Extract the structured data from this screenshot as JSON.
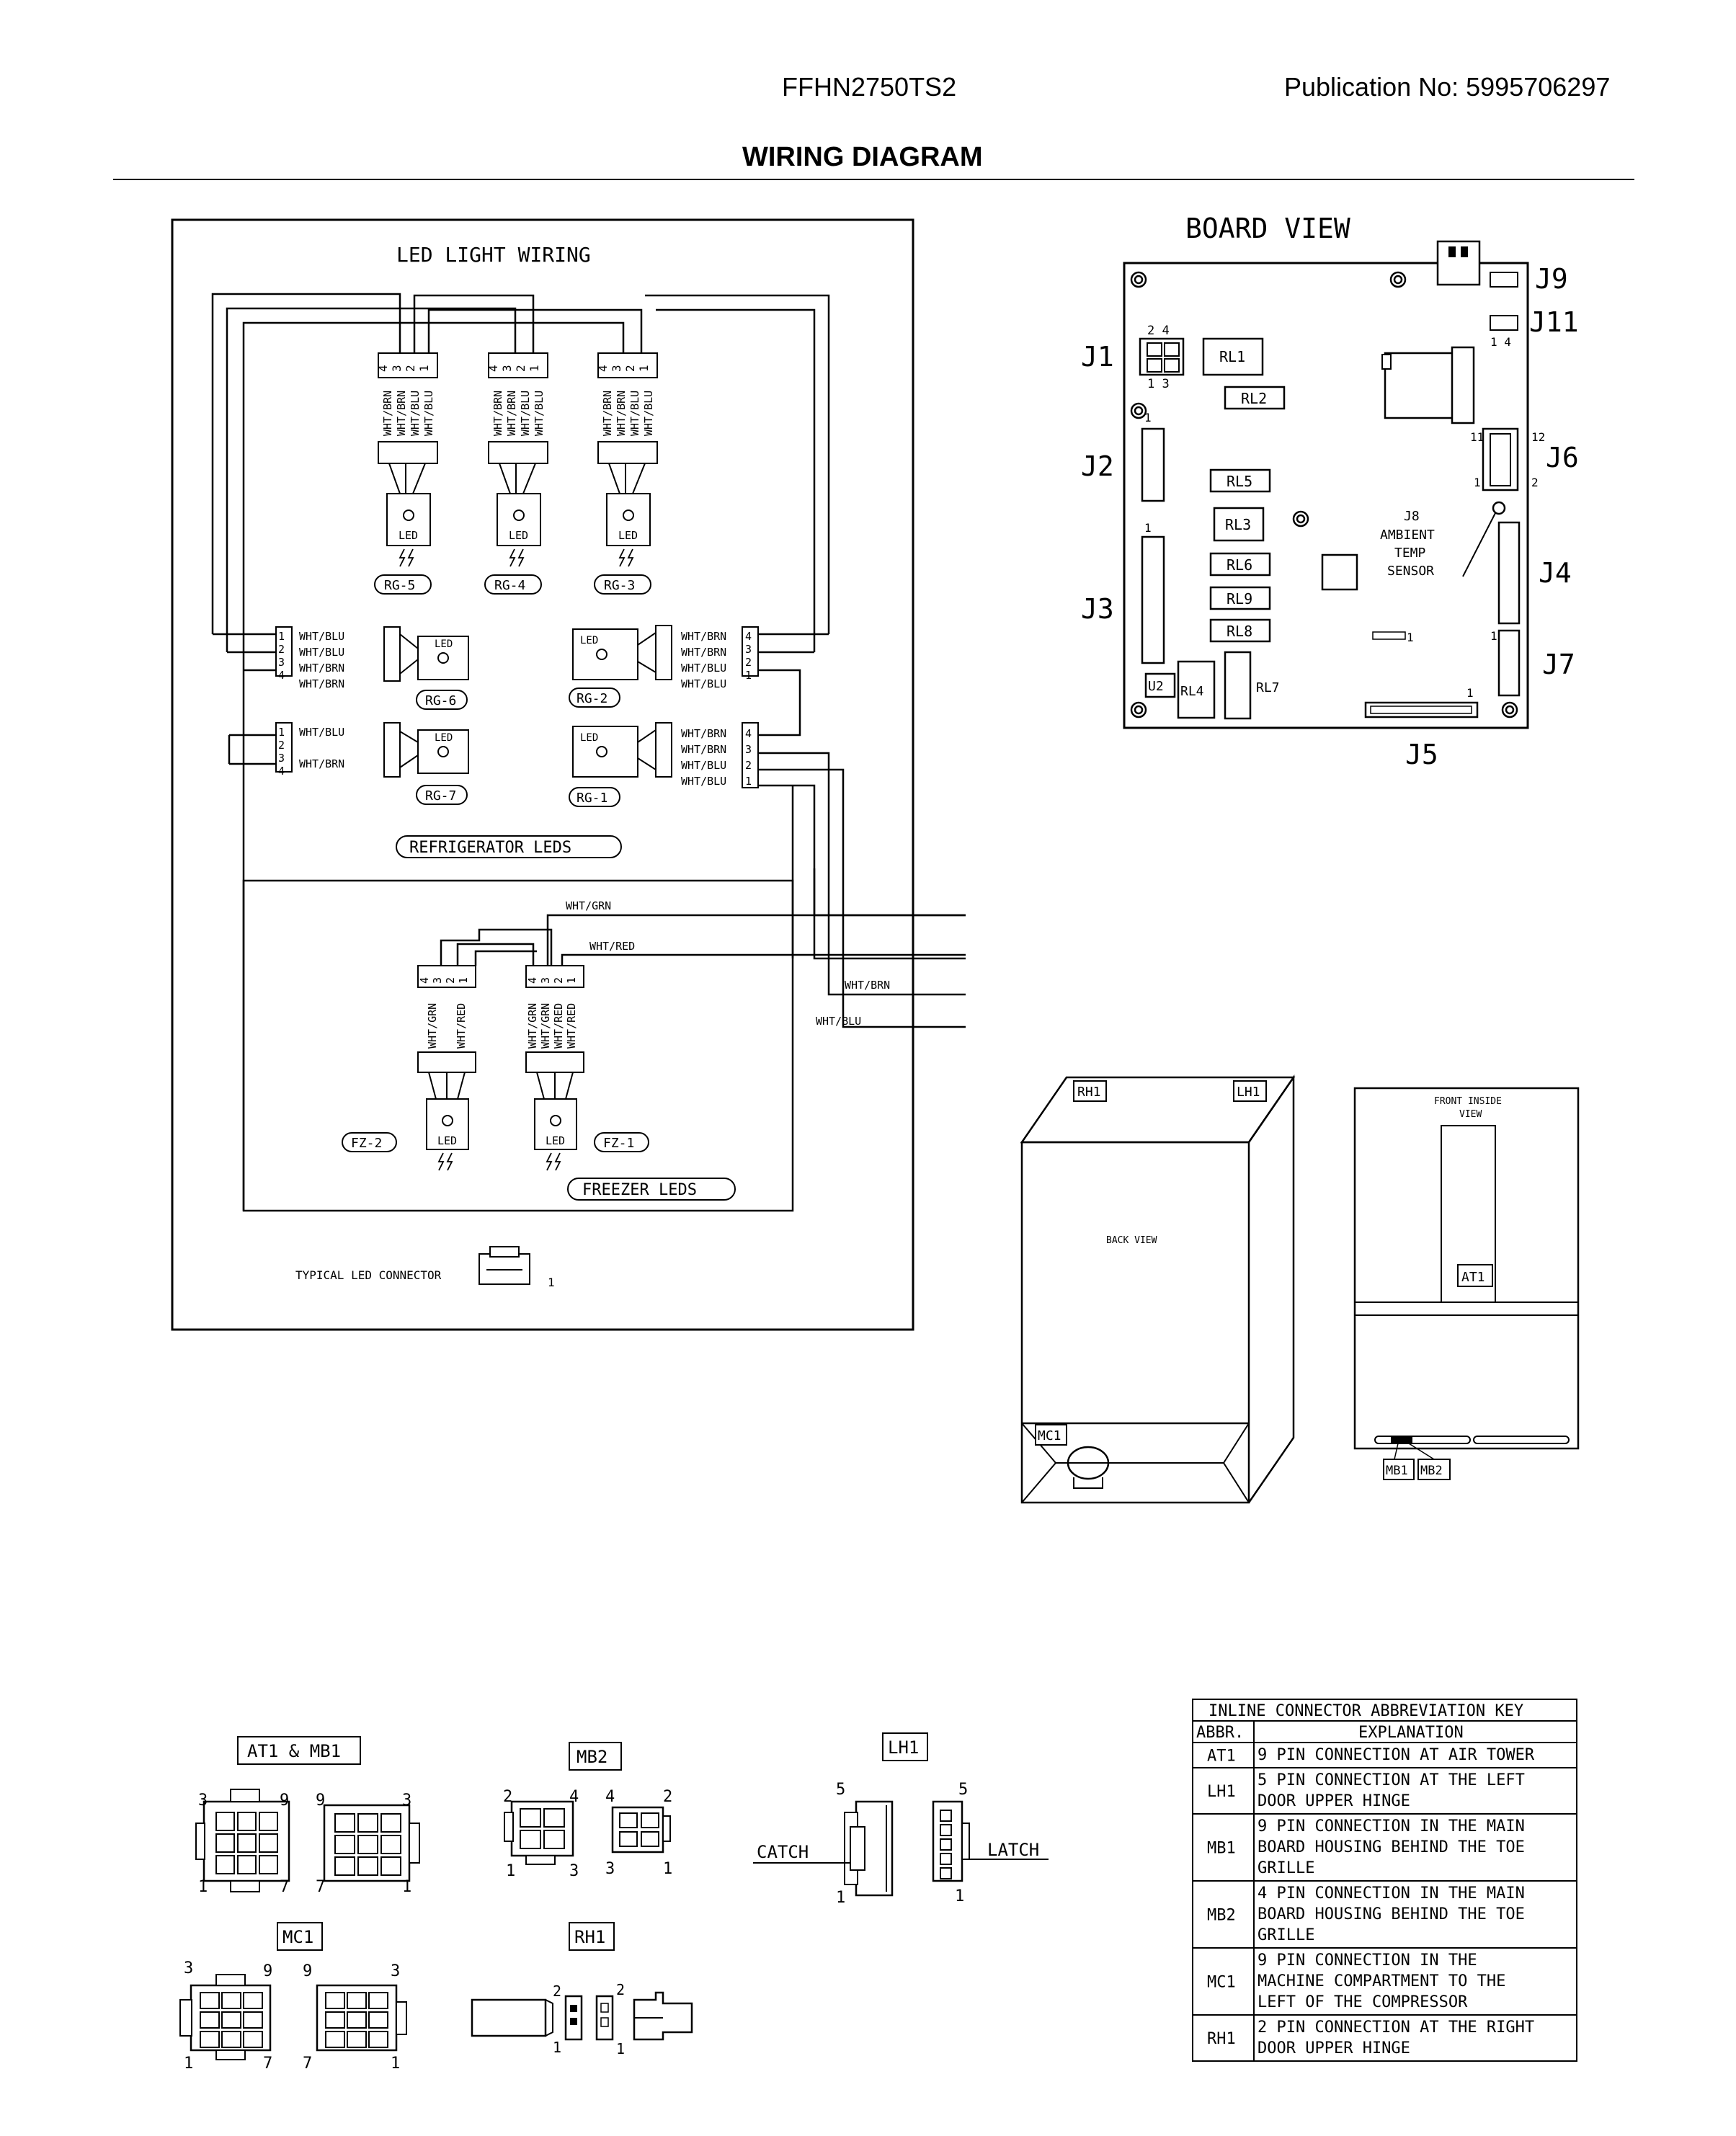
{
  "header": {
    "model": "FFHN2750TS2",
    "publication": "Publication No:  5995706297",
    "title": "WIRING DIAGRAM"
  },
  "led_wiring": {
    "title": "LED LIGHT WIRING",
    "top_connector_labels": [
      "WHT/BRN",
      "WHT/BRN",
      "WHT/BLU",
      "WHT/BLU"
    ],
    "pin_numbers": [
      "4",
      "3",
      "2",
      "1"
    ],
    "led_text": "LED",
    "top_groups": [
      "RG-5",
      "RG-4",
      "RG-3"
    ],
    "mid_left_group": "RG-6",
    "mid_left_labels": [
      "WHT/BLU",
      "WHT/BLU",
      "WHT/BRN",
      "WHT/BRN"
    ],
    "mid_left_pins": [
      "1",
      "2",
      "3",
      "4"
    ],
    "low_left_group": "RG-7",
    "low_left_labels": [
      "WHT/BLU",
      "WHT/BRN"
    ],
    "low_left_pins": [
      "1",
      "2",
      "3",
      "4"
    ],
    "mid_right_group": "RG-2",
    "mid_right_labels": [
      "WHT/BRN",
      "WHT/BRN",
      "WHT/BLU",
      "WHT/BLU"
    ],
    "mid_right_pins": [
      "4",
      "3",
      "2",
      "1"
    ],
    "low_right_group": "RG-1",
    "low_right_labels": [
      "WHT/BRN",
      "WHT/BRN",
      "WHT/BLU",
      "WHT/BLU"
    ],
    "low_right_pins": [
      "4",
      "3",
      "2",
      "1"
    ],
    "refrigerator_leds": "REFRIGERATOR LEDS",
    "freezer_leds": "FREEZER LEDS",
    "fz2": "FZ-2",
    "fz1": "FZ-1",
    "fz2_labels": [
      "WHT/GRN",
      "WHT/RED"
    ],
    "fz1_labels": [
      "WHT/GRN",
      "WHT/GRN",
      "WHT/RED",
      "WHT/RED"
    ],
    "wire_wht_grn": "WHT/GRN",
    "wire_wht_red": "WHT/RED",
    "wire_wht_brn": "WHT/BRN",
    "wire_wht_blu": "WHT/BLU",
    "typical_connector": "TYPICAL LED CONNECTOR",
    "typical_pin": "1"
  },
  "board_view": {
    "title": "BOARD VIEW",
    "connectors": [
      "J9",
      "J11",
      "J1",
      "J2",
      "J3",
      "J6",
      "J4",
      "J7",
      "J5"
    ],
    "relays": [
      "RL1",
      "RL2",
      "RL5",
      "RL3",
      "RL6",
      "RL9",
      "RL8",
      "RL4",
      "RL7"
    ],
    "u2": "U2",
    "j8_lines": [
      "J8",
      "AMBIENT",
      "TEMP",
      "SENSOR"
    ],
    "pins": {
      "j1_top": "2 4",
      "j1_bottom": "1 3",
      "j11": "1 4",
      "j6_top_left": "11",
      "j6_top_right": "12",
      "j6_bottom_left": "1",
      "j6_bottom_right": "2",
      "one": "1"
    }
  },
  "cabinet": {
    "rh1": "RH1",
    "lh1": "LH1",
    "back_view": "BACK VIEW",
    "mc1": "MC1",
    "front_inside_view": [
      "FRONT INSIDE",
      "VIEW"
    ],
    "at1": "AT1",
    "mb1": "MB1",
    "mb2": "MB2"
  },
  "connectors_legend": {
    "at1_mb1": "AT1 & MB1",
    "mb2": "MB2",
    "lh1": "LH1",
    "mc1": "MC1",
    "rh1": "RH1",
    "catch": "CATCH",
    "latch": "LATCH",
    "pins": {
      "n1": "1",
      "n2": "2",
      "n3": "3",
      "n4": "4",
      "n5": "5",
      "n7": "7",
      "n9": "9"
    }
  },
  "key_table": {
    "title": "INLINE CONNECTOR ABBREVIATION KEY",
    "col_abbr": "ABBR.",
    "col_expl": "EXPLANATION",
    "rows": [
      {
        "abbr": "AT1",
        "lines": [
          "9 PIN CONNECTION AT AIR TOWER"
        ]
      },
      {
        "abbr": "LH1",
        "lines": [
          "5 PIN CONNECTION AT THE LEFT",
          "DOOR UPPER HINGE"
        ]
      },
      {
        "abbr": "MB1",
        "lines": [
          "9 PIN CONNECTION IN THE MAIN",
          "BOARD HOUSING BEHIND THE TOE",
          "GRILLE"
        ]
      },
      {
        "abbr": "MB2",
        "lines": [
          "4 PIN CONNECTION IN THE MAIN",
          "BOARD HOUSING BEHIND THE TOE",
          "GRILLE"
        ]
      },
      {
        "abbr": "MC1",
        "lines": [
          "9 PIN CONNECTION IN THE",
          "MACHINE COMPARTMENT TO THE",
          "LEFT OF THE COMPRESSOR"
        ]
      },
      {
        "abbr": "RH1",
        "lines": [
          "2 PIN CONNECTION AT THE RIGHT",
          "DOOR UPPER HINGE"
        ]
      }
    ]
  }
}
